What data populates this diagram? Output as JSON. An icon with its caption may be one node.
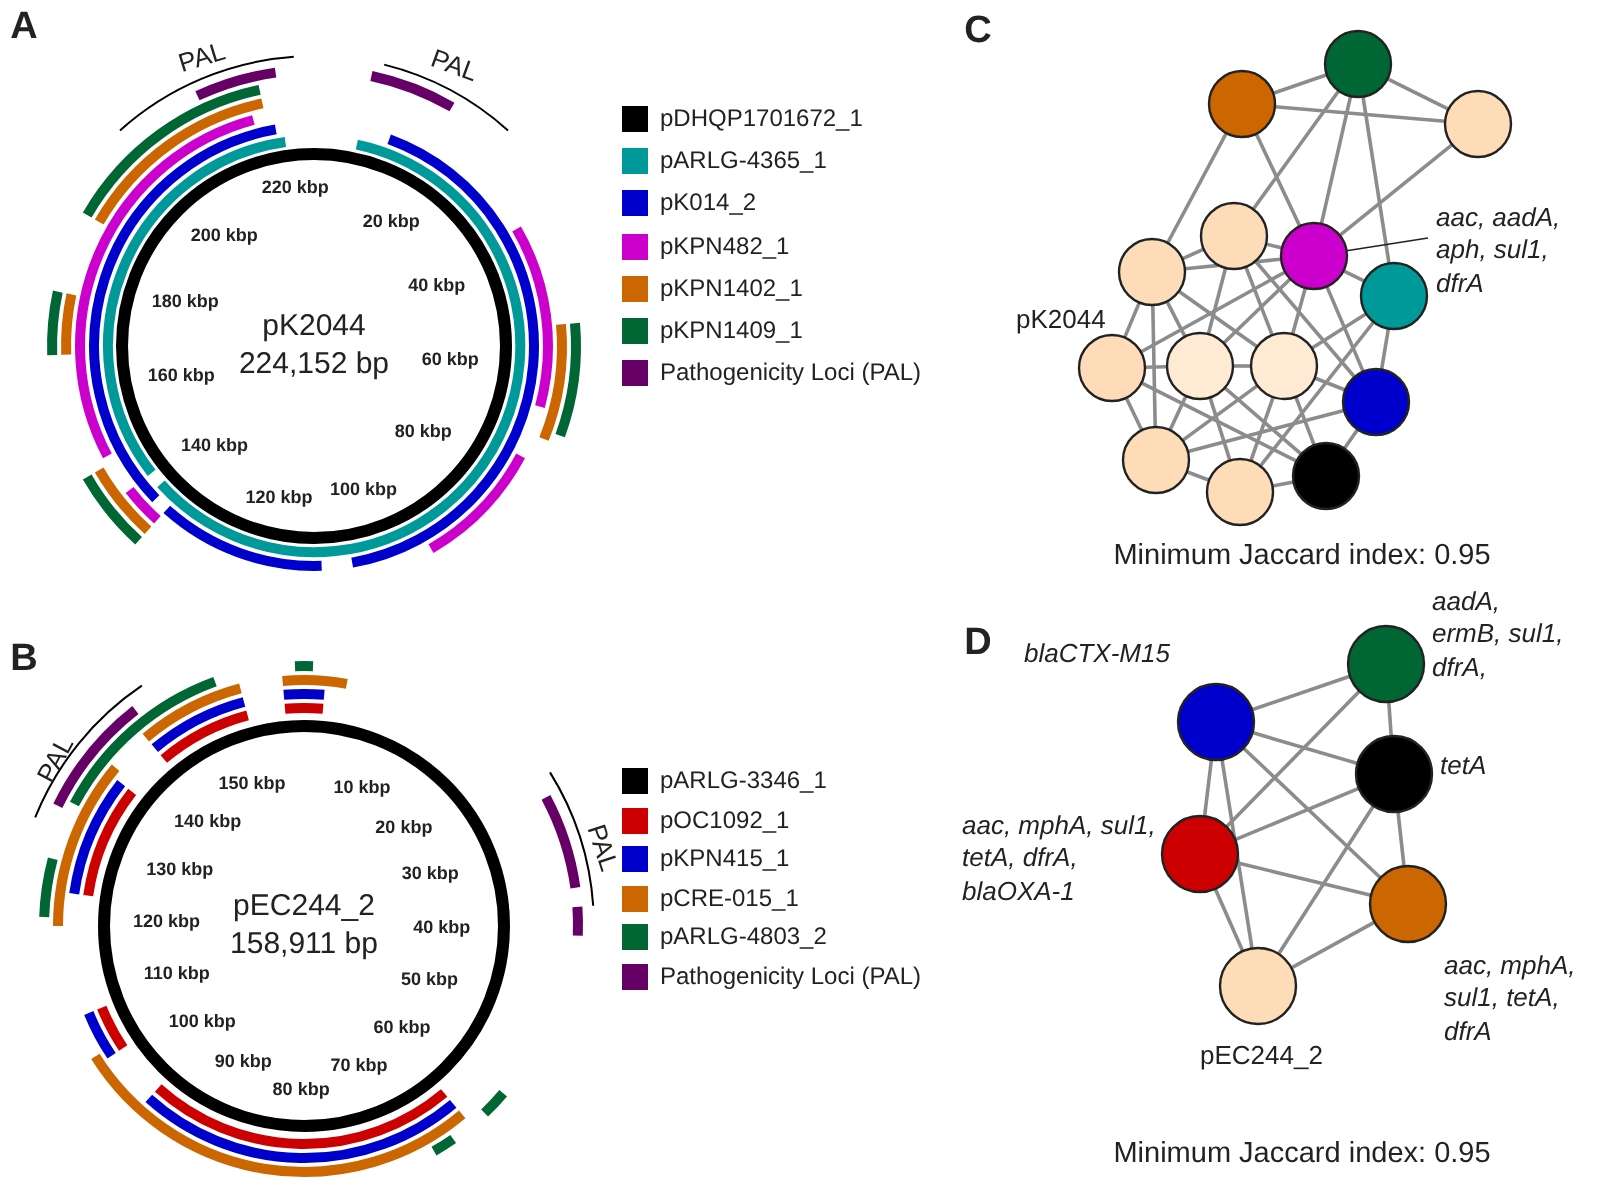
{
  "diagram": {
    "nodes": [
      {
        "text": [],
        "shape": "circle"
      },
      {
        "text": [],
        "shape": "circle"
      },
      {
        "text": [],
        "shape": "circle"
      },
      {
        "text": [],
        "shape": "circle"
      },
      {
        "text": [],
        "shape": "circle"
      },
      {
        "text": [],
        "shape": "circle"
      },
      {
        "text": [],
        "shape": "circle"
      },
      {
        "text": [],
        "shape": "circle",
        "beside": [
          "pK2044"
        ]
      },
      {
        "text": [],
        "shape": "circle"
      },
      {
        "text": [],
        "shape": "circle"
      },
      {
        "text": [],
        "shape": "circle"
      },
      {
        "text": [],
        "shape": "circle"
      },
      {
        "text": [],
        "shape": "circle"
      },
      {
        "text": [],
        "shape": "circle"
      },
      {
        "text": [
          "aac, aadA, aph, sul1, dfrA"
        ]
      },
      {
        "text": [],
        "shape": "circle",
        "beside": [
          "aadA, ermB, sul1, dfrA,"
        ]
      },
      {
        "text": [],
        "shape": "circle",
        "beside": [
          "blaCTX-M15"
        ]
      },
      {
        "text": [],
        "shape": "circle",
        "beside": [
          "tetA"
        ]
      },
      {
        "text": [],
        "shape": "circle",
        "beside": [
          "aac, mphA, sul1, tetA, dfrA, blaOXA-1"
        ]
      },
      {
        "text": [],
        "shape": "circle",
        "beside": [
          "aac, mphA, sul1, tetA, dfrA"
        ]
      },
      {
        "text": [],
        "shape": "circle",
        "beside": [
          "pEC244_2"
        ]
      }
    ],
    "edges": [
      {
        "from": 0,
        "to": 1,
        "arrow": "none"
      },
      {
        "from": 0,
        "to": 2,
        "arrow": "none"
      },
      {
        "from": 0,
        "to": 5,
        "arrow": "none"
      },
      {
        "from": 0,
        "to": 4,
        "arrow": "none"
      },
      {
        "from": 1,
        "to": 2,
        "arrow": "none"
      },
      {
        "from": 1,
        "to": 3,
        "arrow": "none"
      },
      {
        "from": 1,
        "to": 4,
        "arrow": "none"
      },
      {
        "from": 1,
        "to": 6,
        "arrow": "none"
      },
      {
        "from": 2,
        "to": 4,
        "arrow": "none"
      },
      {
        "from": 3,
        "to": 4,
        "arrow": "none"
      },
      {
        "from": 3,
        "to": 5,
        "arrow": "none"
      },
      {
        "from": 3,
        "to": 8,
        "arrow": "none"
      },
      {
        "from": 3,
        "to": 9,
        "arrow": "none"
      },
      {
        "from": 3,
        "to": 10,
        "arrow": "none"
      },
      {
        "from": 4,
        "to": 5,
        "arrow": "none"
      },
      {
        "from": 4,
        "to": 6,
        "arrow": "none"
      },
      {
        "from": 4,
        "to": 7,
        "arrow": "none"
      },
      {
        "from": 4,
        "to": 8,
        "arrow": "none"
      },
      {
        "from": 4,
        "to": 9,
        "arrow": "none"
      },
      {
        "from": 4,
        "to": 10,
        "arrow": "none"
      },
      {
        "from": 5,
        "to": 7,
        "arrow": "none"
      },
      {
        "from": 5,
        "to": 8,
        "arrow": "none"
      },
      {
        "from": 5,
        "to": 9,
        "arrow": "none"
      },
      {
        "from": 5,
        "to": 11,
        "arrow": "none"
      },
      {
        "from": 6,
        "to": 9,
        "arrow": "none"
      },
      {
        "from": 6,
        "to": 10,
        "arrow": "none"
      },
      {
        "from": 6,
        "to": 12,
        "arrow": "none"
      },
      {
        "from": 7,
        "to": 8,
        "arrow": "none"
      },
      {
        "from": 7,
        "to": 11,
        "arrow": "none"
      },
      {
        "from": 7,
        "to": 13,
        "arrow": "none"
      },
      {
        "from": 8,
        "to": 9,
        "arrow": "none"
      },
      {
        "from": 8,
        "to": 11,
        "arrow": "none"
      },
      {
        "from": 8,
        "to": 12,
        "arrow": "none"
      },
      {
        "from": 8,
        "to": 13,
        "arrow": "none"
      },
      {
        "from": 9,
        "to": 10,
        "arrow": "none"
      },
      {
        "from": 9,
        "to": 11,
        "arrow": "none"
      },
      {
        "from": 9,
        "to": 12,
        "arrow": "none"
      },
      {
        "from": 9,
        "to": 13,
        "arrow": "none"
      },
      {
        "from": 10,
        "to": 11,
        "arrow": "none"
      },
      {
        "from": 10,
        "to": 13,
        "arrow": "none"
      },
      {
        "from": 11,
        "to": 12,
        "arrow": "none"
      },
      {
        "from": 12,
        "to": 13,
        "arrow": "none"
      },
      {
        "from": 14,
        "to": 4,
        "arrow": "none",
        "color": "#222222"
      },
      {
        "from": 16,
        "to": 15,
        "arrow": "none"
      },
      {
        "from": 16,
        "to": 17,
        "arrow": "none"
      },
      {
        "from": 16,
        "to": 18,
        "arrow": "none"
      },
      {
        "from": 16,
        "to": 19,
        "arrow": "none"
      },
      {
        "from": 16,
        "to": 20,
        "arrow": "none"
      },
      {
        "from": 15,
        "to": 17,
        "arrow": "none"
      },
      {
        "from": 15,
        "to": 18,
        "arrow": "none"
      },
      {
        "from": 17,
        "to": 18,
        "arrow": "none"
      },
      {
        "from": 17,
        "to": 19,
        "arrow": "none"
      },
      {
        "from": 17,
        "to": 20,
        "arrow": "none"
      },
      {
        "from": 18,
        "to": 19,
        "arrow": "none"
      },
      {
        "from": 18,
        "to": 20,
        "arrow": "none"
      },
      {
        "from": 19,
        "to": 20,
        "arrow": "none"
      }
    ],
    "labels": [
      "A",
      "PAL",
      "PAL",
      "220 kbp",
      "20 kbp",
      "40 kbp",
      "60 kbp",
      "80 kbp",
      "100 kbp",
      "120 kbp",
      "140 kbp",
      "160 kbp",
      "180 kbp",
      "200 kbp",
      "pK2044 224,152 bp",
      "C",
      "Minimum Jaccard index: 0.95",
      "B",
      "PAL",
      "150 kbp",
      "10 kbp",
      "20 kbp",
      "30 kbp",
      "40 kbp",
      "50 kbp",
      "60 kbp",
      "70 kbp",
      "80 kbp",
      "90 kbp",
      "100 kbp",
      "110 kbp",
      "120 kbp",
      "130 kbp",
      "140 kbp",
      "pEC244_2 158,911 bp",
      "PAL",
      "D",
      "Minimum Jaccard index: 0.95"
    ],
    "legend": [
      {
        "text": "pDHQP1701672_1",
        "color": "#000000"
      },
      {
        "text": "pARLG-4365_1",
        "color": "#009999"
      },
      {
        "text": "pK014_2",
        "color": "#0000cc"
      },
      {
        "text": "pKPN482_1",
        "color": "#cc00cc"
      },
      {
        "text": "pKPN1402_1",
        "color": "#cc6600"
      },
      {
        "text": "pKPN1409_1",
        "color": "#006633"
      },
      {
        "text": "Pathogenicity Loci (PAL)",
        "color": "#660066"
      },
      {
        "text": "pARLG-3346_1",
        "color": "#000000"
      },
      {
        "text": "pOC1092_1",
        "color": "#cc0000"
      },
      {
        "text": "pKPN415_1",
        "color": "#0000cc"
      },
      {
        "text": "pCRE-015_1",
        "color": "#cc6600"
      },
      {
        "text": "pARLG-4803_2",
        "color": "#006633"
      },
      {
        "text": "Pathogenicity Loci (PAL)",
        "color": "#660066"
      }
    ]
  }
}
